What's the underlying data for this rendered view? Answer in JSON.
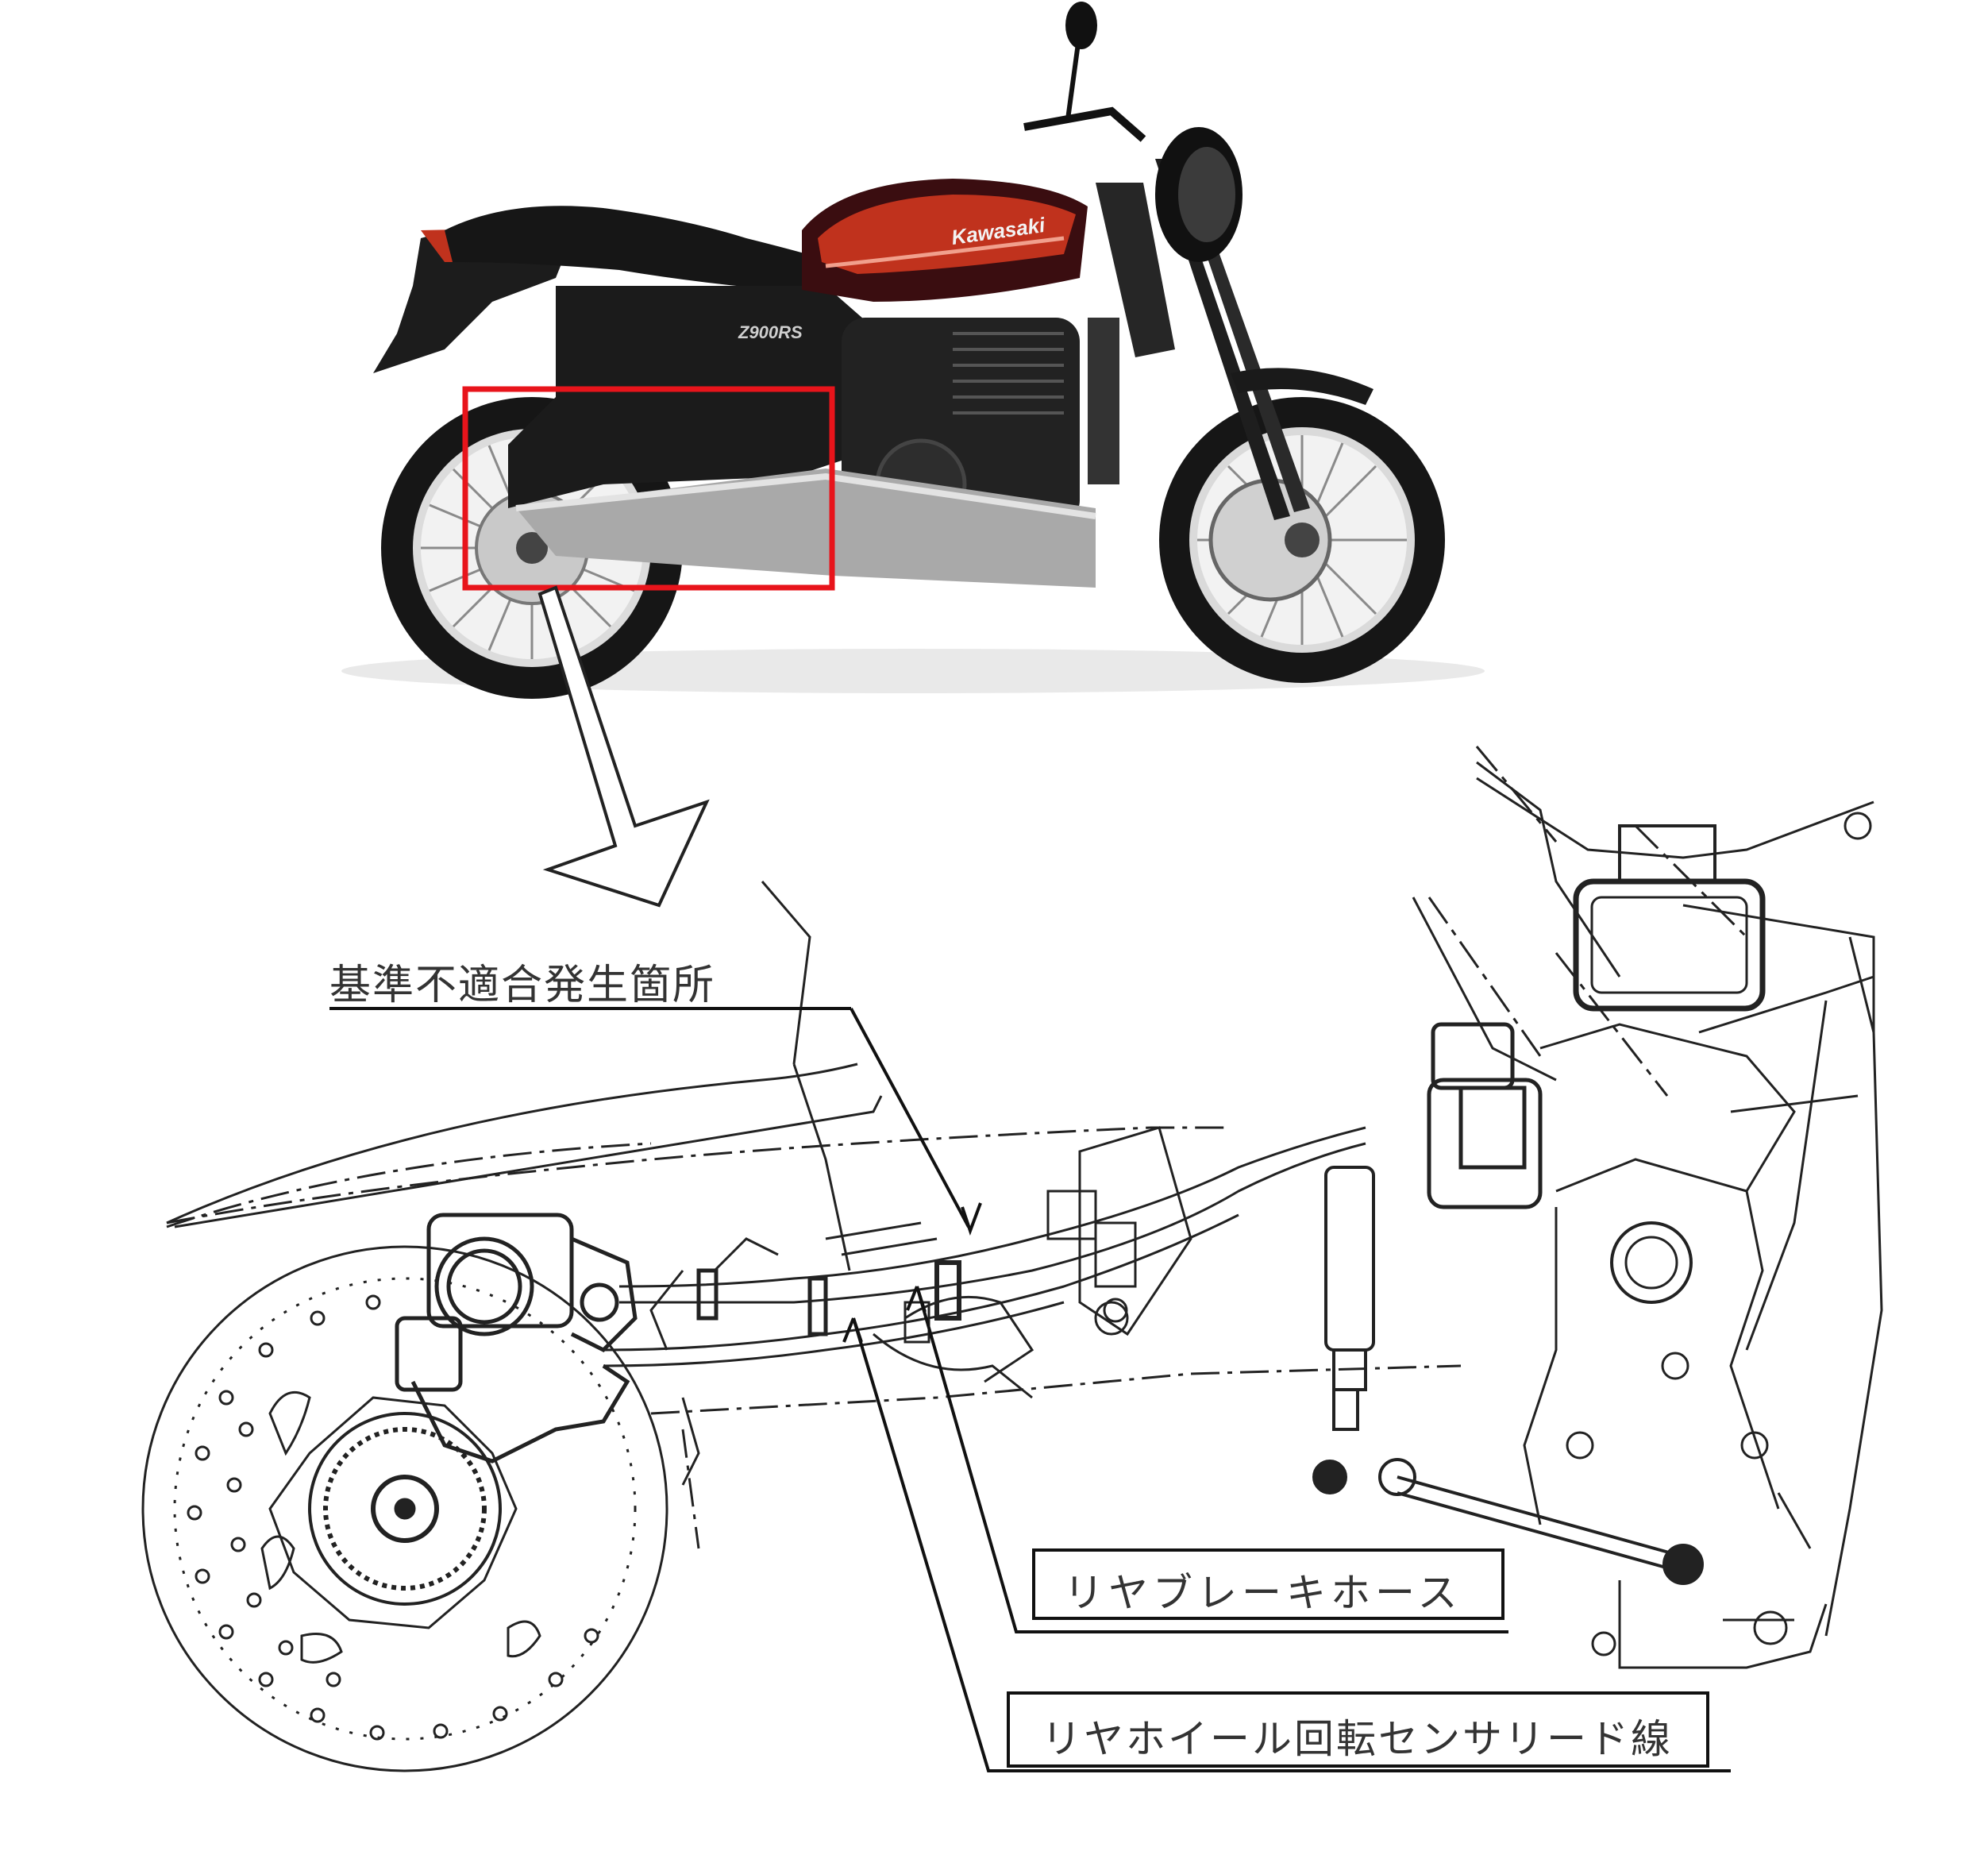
{
  "photo": {
    "brand": "Kawasaki",
    "model": "Z900RS",
    "colors": {
      "tank": "#c0321d",
      "tank_dark": "#3a0d10",
      "frame": "#151515",
      "chrome": "#b8b8b8",
      "highlight_box": "#e8141b"
    }
  },
  "labels": {
    "defect_location": "基準不適合発生箇所",
    "rear_brake_hose": "リヤブレーキホース",
    "rear_wheel_sensor_lead": "リヤホイール回転センサリード線"
  }
}
